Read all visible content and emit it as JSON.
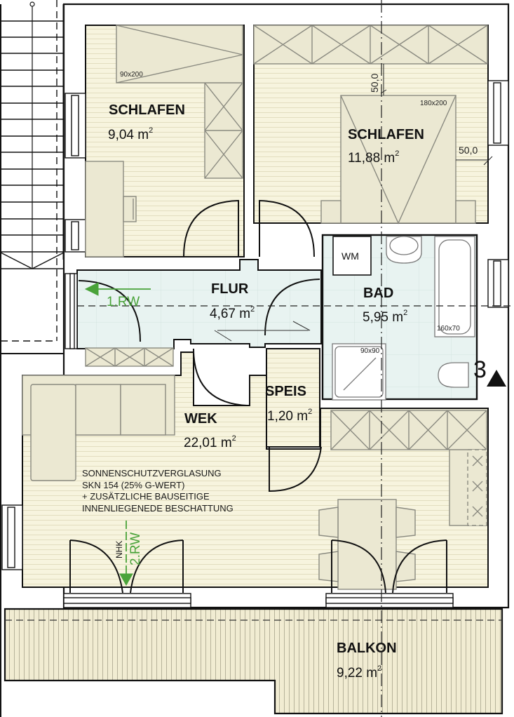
{
  "title": "Floor plan",
  "rooms": [
    {
      "id": "schlafen1",
      "name": "SCHLAFEN",
      "area": "9,04 m",
      "unit_sup": "2"
    },
    {
      "id": "schlafen2",
      "name": "SCHLAFEN",
      "area": "11,88 m",
      "unit_sup": "2"
    },
    {
      "id": "flur",
      "name": "FLUR",
      "area": "4,67 m",
      "unit_sup": "2"
    },
    {
      "id": "bad",
      "name": "BAD",
      "area": "5,95 m",
      "unit_sup": "2"
    },
    {
      "id": "speis",
      "name": "SPEIS",
      "area": "1,20 m",
      "unit_sup": "2"
    },
    {
      "id": "wek",
      "name": "WEK",
      "area": "22,01 m",
      "unit_sup": "2"
    },
    {
      "id": "balkon",
      "name": "BALKON",
      "area": "9,22 m",
      "unit_sup": "2"
    }
  ],
  "furniture_labels": {
    "bed_single": "90x200",
    "bed_double": "180x200",
    "bathtub": "160x70",
    "shower": "90x90",
    "washing_machine": "WM"
  },
  "dimensions": {
    "bed_top_clearance": "50,0",
    "bed_side_clearance": "50,0"
  },
  "escape_routes": {
    "first": "1.RW",
    "second": "2.RW",
    "nhk": "NHK"
  },
  "note": {
    "line1": "SONNENSCHUTZVERGLASUNG",
    "line2": "SKN 154 (25% G-WERT)",
    "line3": "+ ZUSÄTZLICHE BAUSEITIGE",
    "line4": "INNENLIEGENEDE BESCHATTUNG"
  },
  "section_marker": "3",
  "colors": {
    "floor_wood": "#f6f3dc",
    "floor_tile": "#e9f3f1",
    "furniture": "#ebe8d2",
    "furniture_stroke": "#8a8a80",
    "wall": "#111111",
    "escape_green": "#4aa33a"
  }
}
